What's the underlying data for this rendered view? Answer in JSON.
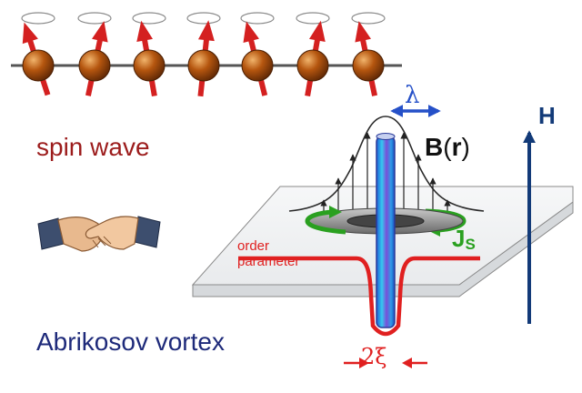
{
  "labels": {
    "spin_wave": "spin wave",
    "abrikosov_vortex": "Abrikosov vortex",
    "order_parameter_line1": "order",
    "order_parameter_line2": "parameter",
    "field_H": "H",
    "field_B": "B",
    "field_B_arg": "r",
    "supercurrent_J": "J",
    "supercurrent_sub": "S",
    "penetration_depth": "λ",
    "coherence_length": "2ξ"
  },
  "spin_chain": {
    "spin_tilts_deg": [
      -18,
      12,
      -10,
      6,
      -14,
      10,
      -12
    ]
  },
  "icons": {
    "spin_sphere": "sphere-icon",
    "handshake": "handshake-icon"
  },
  "colors": {
    "spin_wave_text": "#9c1c1c",
    "vortex_text": "#1e2a7a",
    "spin_arrow": "#d42020",
    "spin_sphere": "#b5560f",
    "order_parameter": "#e02020",
    "field_arrow": "#123a78",
    "supercurrent": "#2aa020",
    "lambda_arrow": "#2550c8",
    "film": "#f1f2f3"
  }
}
